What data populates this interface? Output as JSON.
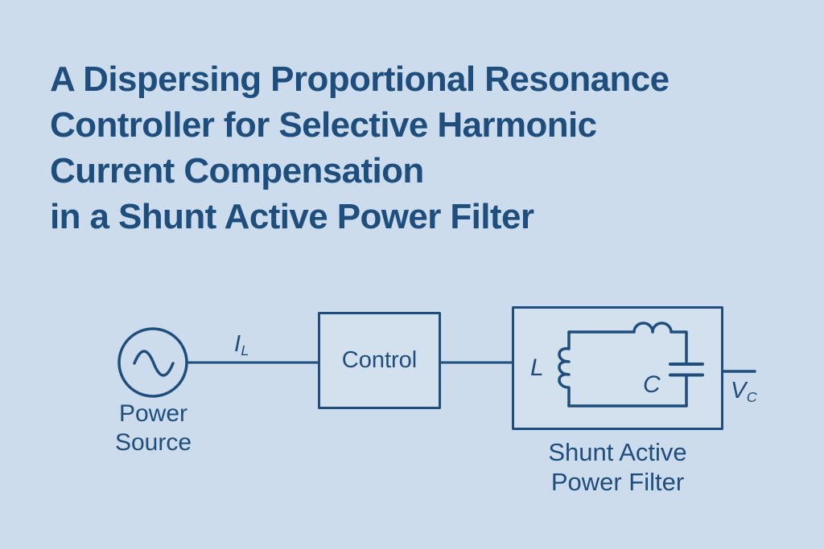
{
  "colors": {
    "background": "#cddcec",
    "ink": "#1d4e7d",
    "box_fill": "#d3e0ee"
  },
  "title": {
    "lines": [
      "A Dispersing Proportional Resonance",
      "Controller for Selective Harmonic",
      "Current Compensation",
      "in a Shunt Active Power Filter"
    ]
  },
  "diagram": {
    "power_source": {
      "label_lines": [
        "Power",
        "Source"
      ],
      "symbol": "ac-sine-source"
    },
    "current_label": {
      "base": "I",
      "subscript": "L"
    },
    "control_box": {
      "label": "Control"
    },
    "filter_box": {
      "label_lines": [
        "Shunt Active",
        "Power Filter"
      ],
      "inductor_label": "L",
      "capacitor_label": "C"
    },
    "output_label": {
      "base": "V",
      "subscript": "C"
    }
  }
}
